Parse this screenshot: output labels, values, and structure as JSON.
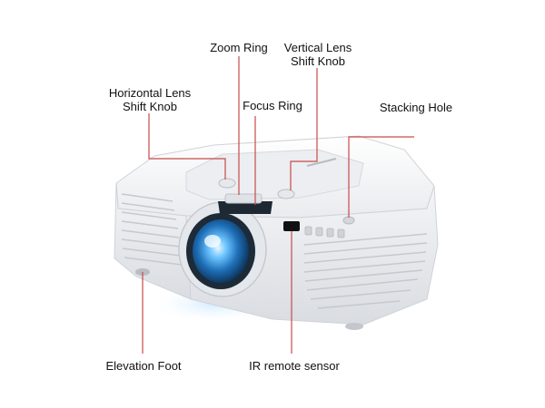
{
  "labels": {
    "zoom_ring": "Zoom Ring",
    "vertical_lens_shift_1": "Vertical Lens",
    "vertical_lens_shift_2": "Shift  Knob",
    "horizontal_lens_shift_1": "Horizontal Lens",
    "horizontal_lens_shift_2": "Shift  Knob",
    "focus_ring": "Focus Ring",
    "stacking_hole": "Stacking Hole",
    "elevation_foot": "Elevation Foot",
    "ir_remote_sensor": "IR remote sensor"
  },
  "colors": {
    "leader_line": "#c94a4a",
    "text": "#111111",
    "projector_body": "#f2f3f5",
    "lens_blue": "#3a8fd8"
  }
}
